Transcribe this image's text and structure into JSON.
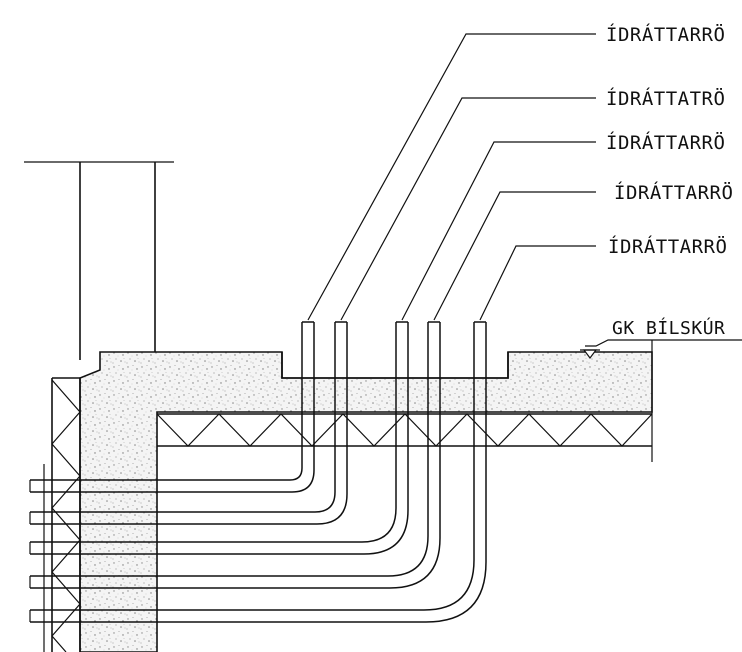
{
  "callouts": [
    {
      "text": "ÍDRÁTTARRÖ"
    },
    {
      "text": "ÍDRÁTTATRÖ"
    },
    {
      "text": "ÍDRÁTTARRÖ"
    },
    {
      "text": "ÍDRÁTTARRÖ"
    },
    {
      "text": "ÍDRÁTTARRÖ"
    }
  ],
  "level_label": "GK  BÍLSKÚR"
}
